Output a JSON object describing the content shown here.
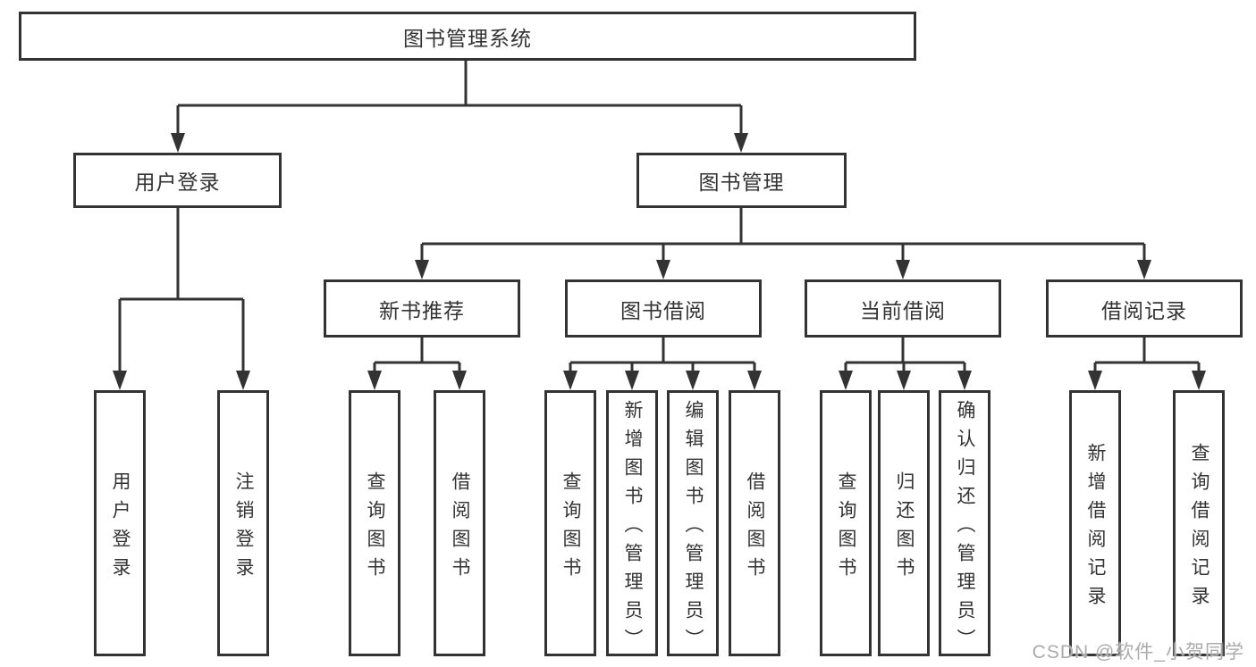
{
  "colors": {
    "line": "#333333",
    "text": "#333333",
    "background": "#ffffff",
    "watermark": "#ababab"
  },
  "root": {
    "label": "图书管理系统"
  },
  "branches": [
    {
      "label": "用户登录",
      "children": [
        {
          "label": "用户登录"
        },
        {
          "label": "注销登录"
        }
      ]
    },
    {
      "label": "图书管理",
      "sections": [
        {
          "label": "新书推荐",
          "children": [
            {
              "label": "查询图书"
            },
            {
              "label": "借阅图书"
            }
          ]
        },
        {
          "label": "图书借阅",
          "children": [
            {
              "label": "查询图书"
            },
            {
              "label": "新增图书（管理员）"
            },
            {
              "label": "编辑图书（管理员）"
            },
            {
              "label": "借阅图书"
            }
          ]
        },
        {
          "label": "当前借阅",
          "children": [
            {
              "label": "查询图书"
            },
            {
              "label": "归还图书"
            },
            {
              "label": "确认归还（管理员）"
            }
          ]
        },
        {
          "label": "借阅记录",
          "children": [
            {
              "label": "新增借阅记录"
            },
            {
              "label": "查询借阅记录"
            }
          ]
        }
      ]
    }
  ],
  "watermark": {
    "text": "CSDN @软件_小贺同学"
  }
}
